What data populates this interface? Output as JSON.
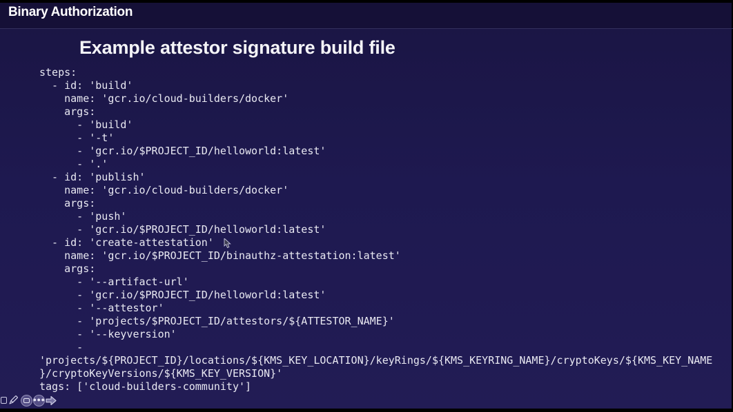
{
  "header": {
    "title": "Binary Authorization"
  },
  "slide": {
    "title": "Example attestor signature build file"
  },
  "code": {
    "language": "yaml",
    "lines": [
      "steps:",
      "  - id: 'build'",
      "    name: 'gcr.io/cloud-builders/docker'",
      "    args:",
      "      - 'build'",
      "      - '-t'",
      "      - 'gcr.io/$PROJECT_ID/helloworld:latest'",
      "      - '.'",
      "  - id: 'publish'",
      "    name: 'gcr.io/cloud-builders/docker'",
      "    args:",
      "      - 'push'",
      "      - 'gcr.io/$PROJECT_ID/helloworld:latest'",
      "  - id: 'create-attestation'",
      "    name: 'gcr.io/$PROJECT_ID/binauthz-attestation:latest'",
      "    args:",
      "      - '--artifact-url'",
      "      - 'gcr.io/$PROJECT_ID/helloworld:latest'",
      "      - '--attestor'",
      "      - 'projects/$PROJECT_ID/attestors/${ATTESTOR_NAME}'",
      "      - '--keyversion'",
      "      -",
      "'projects/${PROJECT_ID}/locations/${KMS_KEY_LOCATION}/keyRings/${KMS_KEYRING_NAME}/cryptoKeys/${KMS_KEY_NAME",
      "}/cryptoKeyVersions/${KMS_KEY_VERSION}'",
      "tags: ['cloud-builders-community']"
    ]
  },
  "toolbar": {
    "icons": [
      {
        "name": "square-icon"
      },
      {
        "name": "pencil-icon"
      },
      {
        "name": "slide-thumbnail-icon"
      },
      {
        "name": "more-options-icon"
      },
      {
        "name": "next-arrow-icon"
      }
    ]
  },
  "colors": {
    "background_main": "#1e1950",
    "background_header_band": "#151037",
    "divider": "#34305e",
    "text_primary": "#ffffff",
    "code_text": "#e9e9f2",
    "letterbox": "#000000"
  }
}
